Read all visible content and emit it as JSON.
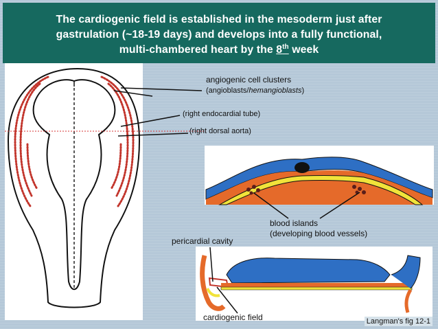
{
  "title": {
    "line1": "The cardiogenic field is established in the mesoderm just after",
    "line2": "gastrulation (~18-19 days) and develops into a fully functional,",
    "line3_pre": "multi-chambered heart by the ",
    "line3_num": "8",
    "line3_sup": "th",
    "line3_post": " week"
  },
  "labels": {
    "angiogenic_clusters": "angiogenic cell clusters",
    "angioblasts": "angioblasts/",
    "hemangioblasts": "hemangioblasts",
    "endocardial_tube": "right endocardial tube",
    "dorsal_aorta": "right dorsal aorta",
    "blood_islands": "blood islands",
    "blood_islands_sub": "(developing blood vessels)",
    "pericardial_cavity": "pericardial cavity",
    "cardiogenic_field": "cardiogenic field"
  },
  "caption": "Langman's fig 12-1",
  "colors": {
    "title_bg": "#16695f",
    "ectoderm_blue": "#2e6fc4",
    "mesoderm_orange": "#e56a2a",
    "endoderm_yellow": "#f1e33a",
    "blood_red": "#c2352c"
  }
}
